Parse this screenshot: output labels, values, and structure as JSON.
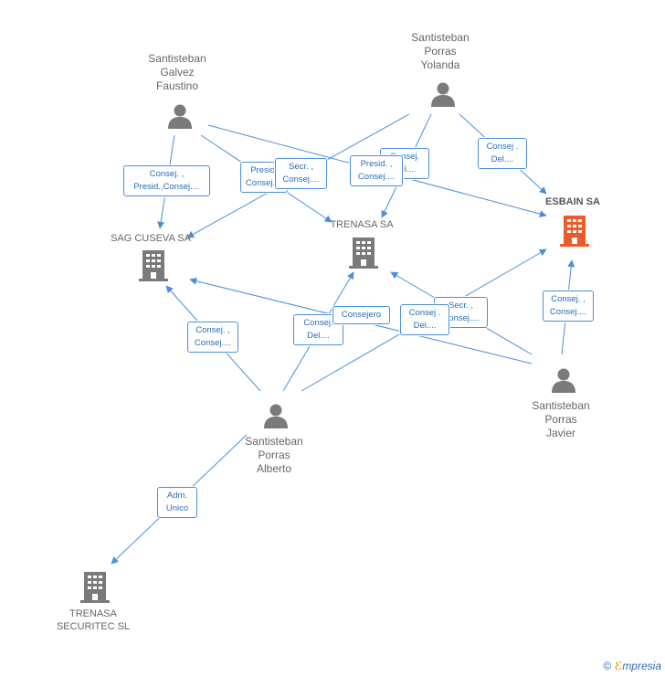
{
  "nodes": {
    "faustino": "Santisteban\nGalvez\nFaustino",
    "yolanda": "Santisteban\nPorras\nYolanda",
    "alberto": "Santisteban\nPorras\nAlberto",
    "javier": "Santisteban\nPorras\nJavier",
    "sag_cuseva": "SAG CUSEVA SA",
    "trenasa": "TRENASA SA",
    "esbain": "ESBAIN SA",
    "trenasa_securitec": "TRENASA\nSECURITEC SL"
  },
  "edge_labels": {
    "faustino_sag": "Consej. ,\nPresid.,Consej....",
    "faustino_trenasa": "Presid.\nConsej....",
    "yolanda_sag": "Secr. ,\nConsej....",
    "yolanda_trenasa_a": "Consej.\nDel....",
    "yolanda_trenasa_b": "Presid. ,\nConsej....",
    "yolanda_esbain": "Consej .\nDel....",
    "alberto_sag": "Consej. ,\nConsej....",
    "alberto_trenasa": "Consej.\nDel....",
    "alberto_consejero": "Consejero",
    "alberto_esbain": "Consej .\nDel....",
    "javier_trenasa": "Secr. ,\nConsej....",
    "javier_esbain": "Consej. ,\nConsej....",
    "alberto_securitec": "Adm.\nUnico"
  },
  "footer": {
    "copyright": "©",
    "brand_e": "ℰ",
    "brand_rest": "mpresia"
  },
  "colors": {
    "edge": "#4a8fd8",
    "person": "#7a7a7a",
    "company": "#7a7a7a",
    "focus_company": "#f05a28"
  }
}
